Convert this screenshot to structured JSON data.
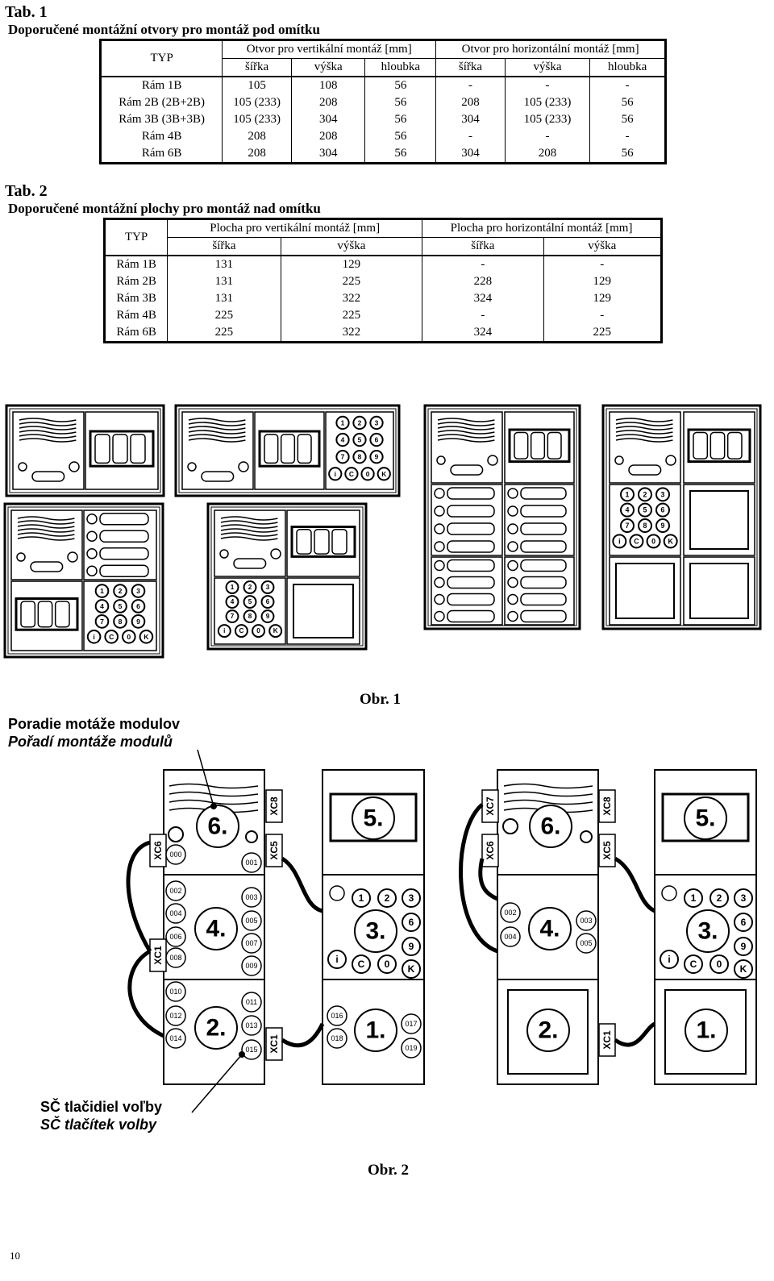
{
  "tab1": {
    "label": "Tab. 1",
    "title": "Doporučené montážní otvory pro montáž pod omítku",
    "col_type": "TYP",
    "group_v": "Otvor pro vertikální montáž [mm]",
    "group_h": "Otvor pro horizontální montáž [mm]",
    "sub": [
      "šířka",
      "výška",
      "hloubka",
      "šířka",
      "výška",
      "hloubka"
    ],
    "rows": [
      [
        "Rám 1B",
        "105",
        "108",
        "56",
        "-",
        "-",
        "-"
      ],
      [
        "Rám 2B (2B+2B)",
        "105 (233)",
        "208",
        "56",
        "208",
        "105 (233)",
        "56"
      ],
      [
        "Rám 3B (3B+3B)",
        "105 (233)",
        "304",
        "56",
        "304",
        "105 (233)",
        "56"
      ],
      [
        "Rám 4B",
        "208",
        "208",
        "56",
        "-",
        "-",
        "-"
      ],
      [
        "Rám 6B",
        "208",
        "304",
        "56",
        "304",
        "208",
        "56"
      ]
    ]
  },
  "tab2": {
    "label": "Tab. 2",
    "title": "Doporučené montážní plochy pro montáž nad omítku",
    "col_type": "TYP",
    "group_v": "Plocha pro vertikální montáž [mm]",
    "group_h": "Plocha pro horizontální montáž [mm]",
    "sub": [
      "šířka",
      "výška",
      "šířka",
      "výška"
    ],
    "rows": [
      [
        "Rám 1B",
        "131",
        "129",
        "-",
        "-"
      ],
      [
        "Rám 2B",
        "131",
        "225",
        "228",
        "129"
      ],
      [
        "Rám 3B",
        "131",
        "322",
        "324",
        "129"
      ],
      [
        "Rám 4B",
        "225",
        "225",
        "-",
        "-"
      ],
      [
        "Rám 6B",
        "225",
        "322",
        "324",
        "225"
      ]
    ]
  },
  "figure1": {
    "caption": "Obr. 1"
  },
  "figure2": {
    "caption": "Obr. 2",
    "order_label_sk": "Poradie motáže modulov",
    "order_label_cz": "Pořadí montáže modulů",
    "sc_label_sk": "SČ tlačidiel voľby",
    "sc_label_cz": "SČ tlačítek volby",
    "keys": [
      "1",
      "2",
      "3",
      "4",
      "5",
      "6",
      "7",
      "8",
      "9",
      "i",
      "C",
      "0",
      "K"
    ],
    "left_assembly": {
      "modules": [
        "6.",
        "5.",
        "4.",
        "3.",
        "2.",
        "1."
      ],
      "connectors": [
        "XC8",
        "XC6",
        "XC5",
        "XC1",
        "XC1"
      ],
      "codes": [
        "000",
        "001",
        "002",
        "003",
        "004",
        "005",
        "007",
        "006",
        "008",
        "009",
        "010",
        "011",
        "012",
        "013",
        "014",
        "015",
        "016",
        "017",
        "018",
        "019"
      ]
    },
    "right_assembly": {
      "modules": [
        "6.",
        "5.",
        "4.",
        "3.",
        "2.",
        "1."
      ],
      "connectors": [
        "XC7",
        "XC8",
        "XC6",
        "XC5",
        "XC1"
      ],
      "codes": [
        "002",
        "003",
        "004",
        "005"
      ]
    }
  },
  "page_number": "10"
}
